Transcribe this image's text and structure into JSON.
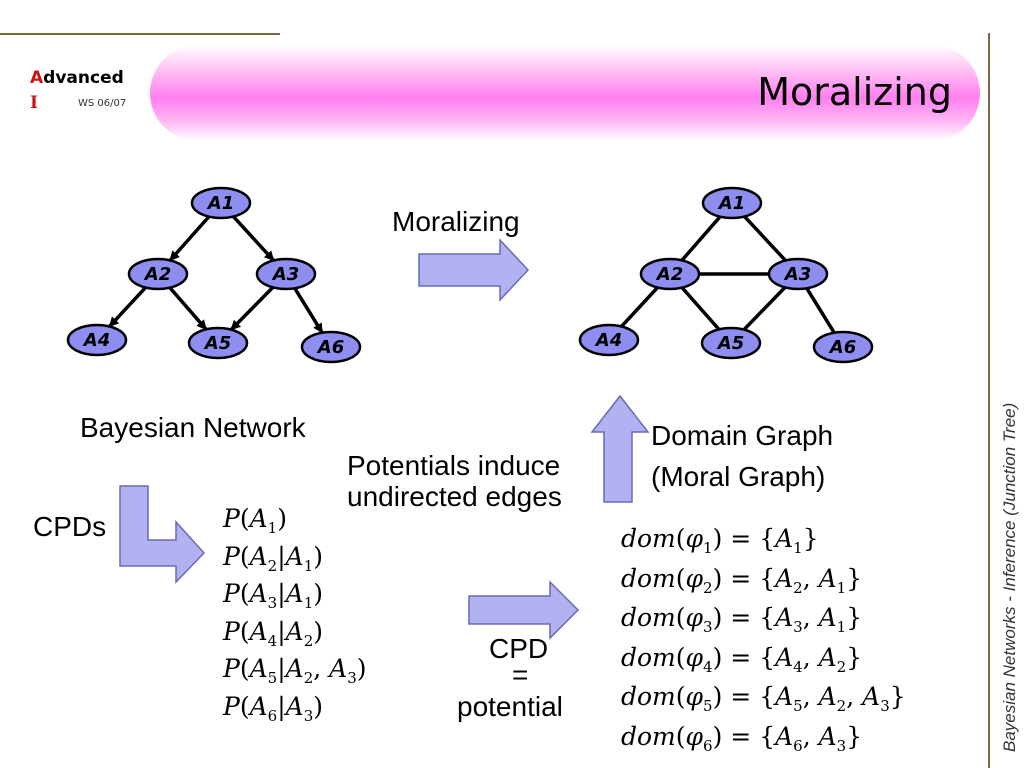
{
  "logo": {
    "first_letter": "A",
    "rest": "dvanced",
    "second_line": "I",
    "semester": "WS 06/07"
  },
  "title": "Moralizing",
  "sidebar_title": "Bayesian Networks  - Inference (Junction Tree)",
  "colors": {
    "node_fill": "#8e8ef0",
    "arrow_fill": "#b2b2f2",
    "title_band": "#ff7ff0",
    "logo_red": "#d01010"
  },
  "bayesian_network": {
    "label": "Bayesian Network",
    "nodes": [
      "A1",
      "A2",
      "A3",
      "A4",
      "A5",
      "A6"
    ],
    "edges": [
      [
        "A1",
        "A2"
      ],
      [
        "A1",
        "A3"
      ],
      [
        "A2",
        "A4"
      ],
      [
        "A2",
        "A5"
      ],
      [
        "A3",
        "A5"
      ],
      [
        "A3",
        "A6"
      ]
    ]
  },
  "moral_graph": {
    "label_line1": "Domain Graph",
    "label_line2": "(Moral Graph)",
    "nodes": [
      "A1",
      "A2",
      "A3",
      "A4",
      "A5",
      "A6"
    ],
    "edges": [
      [
        "A1",
        "A2"
      ],
      [
        "A1",
        "A3"
      ],
      [
        "A2",
        "A3"
      ],
      [
        "A2",
        "A4"
      ],
      [
        "A2",
        "A5"
      ],
      [
        "A3",
        "A5"
      ],
      [
        "A3",
        "A6"
      ]
    ]
  },
  "labels": {
    "moralizing_arrow": "Moralizing",
    "potentials_line1": "Potentials induce",
    "potentials_line2": "undirected edges",
    "cpds": "CPDs",
    "cpd": "CPD",
    "equals": "=",
    "potential": "potential"
  },
  "cpds": [
    {
      "var": "1",
      "parents": []
    },
    {
      "var": "2",
      "parents": [
        "1"
      ]
    },
    {
      "var": "3",
      "parents": [
        "1"
      ]
    },
    {
      "var": "4",
      "parents": [
        "2"
      ]
    },
    {
      "var": "5",
      "parents": [
        "2",
        "3"
      ]
    },
    {
      "var": "6",
      "parents": [
        "3"
      ]
    }
  ],
  "domains": [
    {
      "phi": "1",
      "vars": [
        "1"
      ]
    },
    {
      "phi": "2",
      "vars": [
        "2",
        "1"
      ]
    },
    {
      "phi": "3",
      "vars": [
        "3",
        "1"
      ]
    },
    {
      "phi": "4",
      "vars": [
        "4",
        "2"
      ]
    },
    {
      "phi": "5",
      "vars": [
        "5",
        "2",
        "3"
      ]
    },
    {
      "phi": "6",
      "vars": [
        "6",
        "3"
      ]
    }
  ]
}
